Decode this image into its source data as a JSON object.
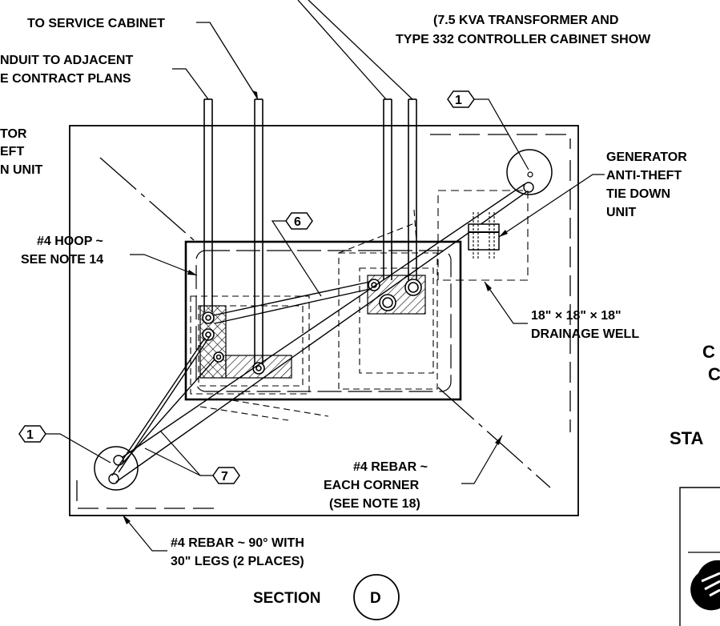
{
  "header": {
    "title_line1": "(7.5 KVA TRANSFORMER AND",
    "title_line2": "TYPE 332 CONTROLLER CABINET SHOW"
  },
  "labels": {
    "to_service_cabinet": "TO SERVICE CABINET",
    "conduit_line1": "NDUIT TO ADJACENT",
    "conduit_line2": "E CONTRACT PLANS",
    "left_gen_line1": "TOR",
    "left_gen_line2": "EFT",
    "left_gen_line3": "N UNIT",
    "generator_line1": "GENERATOR",
    "generator_line2": "ANTI-THEFT",
    "generator_line3": "TIE DOWN",
    "generator_line4": "UNIT",
    "hoop_line1": "#4 HOOP ~",
    "hoop_line2": "SEE NOTE 14",
    "drainage_line1": "18\" × 18\" × 18\"",
    "drainage_line2": "DRAINAGE WELL",
    "rebar_corner_line1": "#4 REBAR ~",
    "rebar_corner_line2": "EACH CORNER",
    "rebar_corner_line3": "(SEE NOTE 18)",
    "rebar_90_line1": "#4 REBAR ~ 90° WITH",
    "rebar_90_line2": "30\" LEGS (2 PLACES)",
    "section_label": "SECTION",
    "section_id": "D",
    "callout_1": "1",
    "callout_6": "6",
    "callout_7": "7",
    "right_c1": "C",
    "right_c2": "C",
    "right_sta": "STA"
  }
}
